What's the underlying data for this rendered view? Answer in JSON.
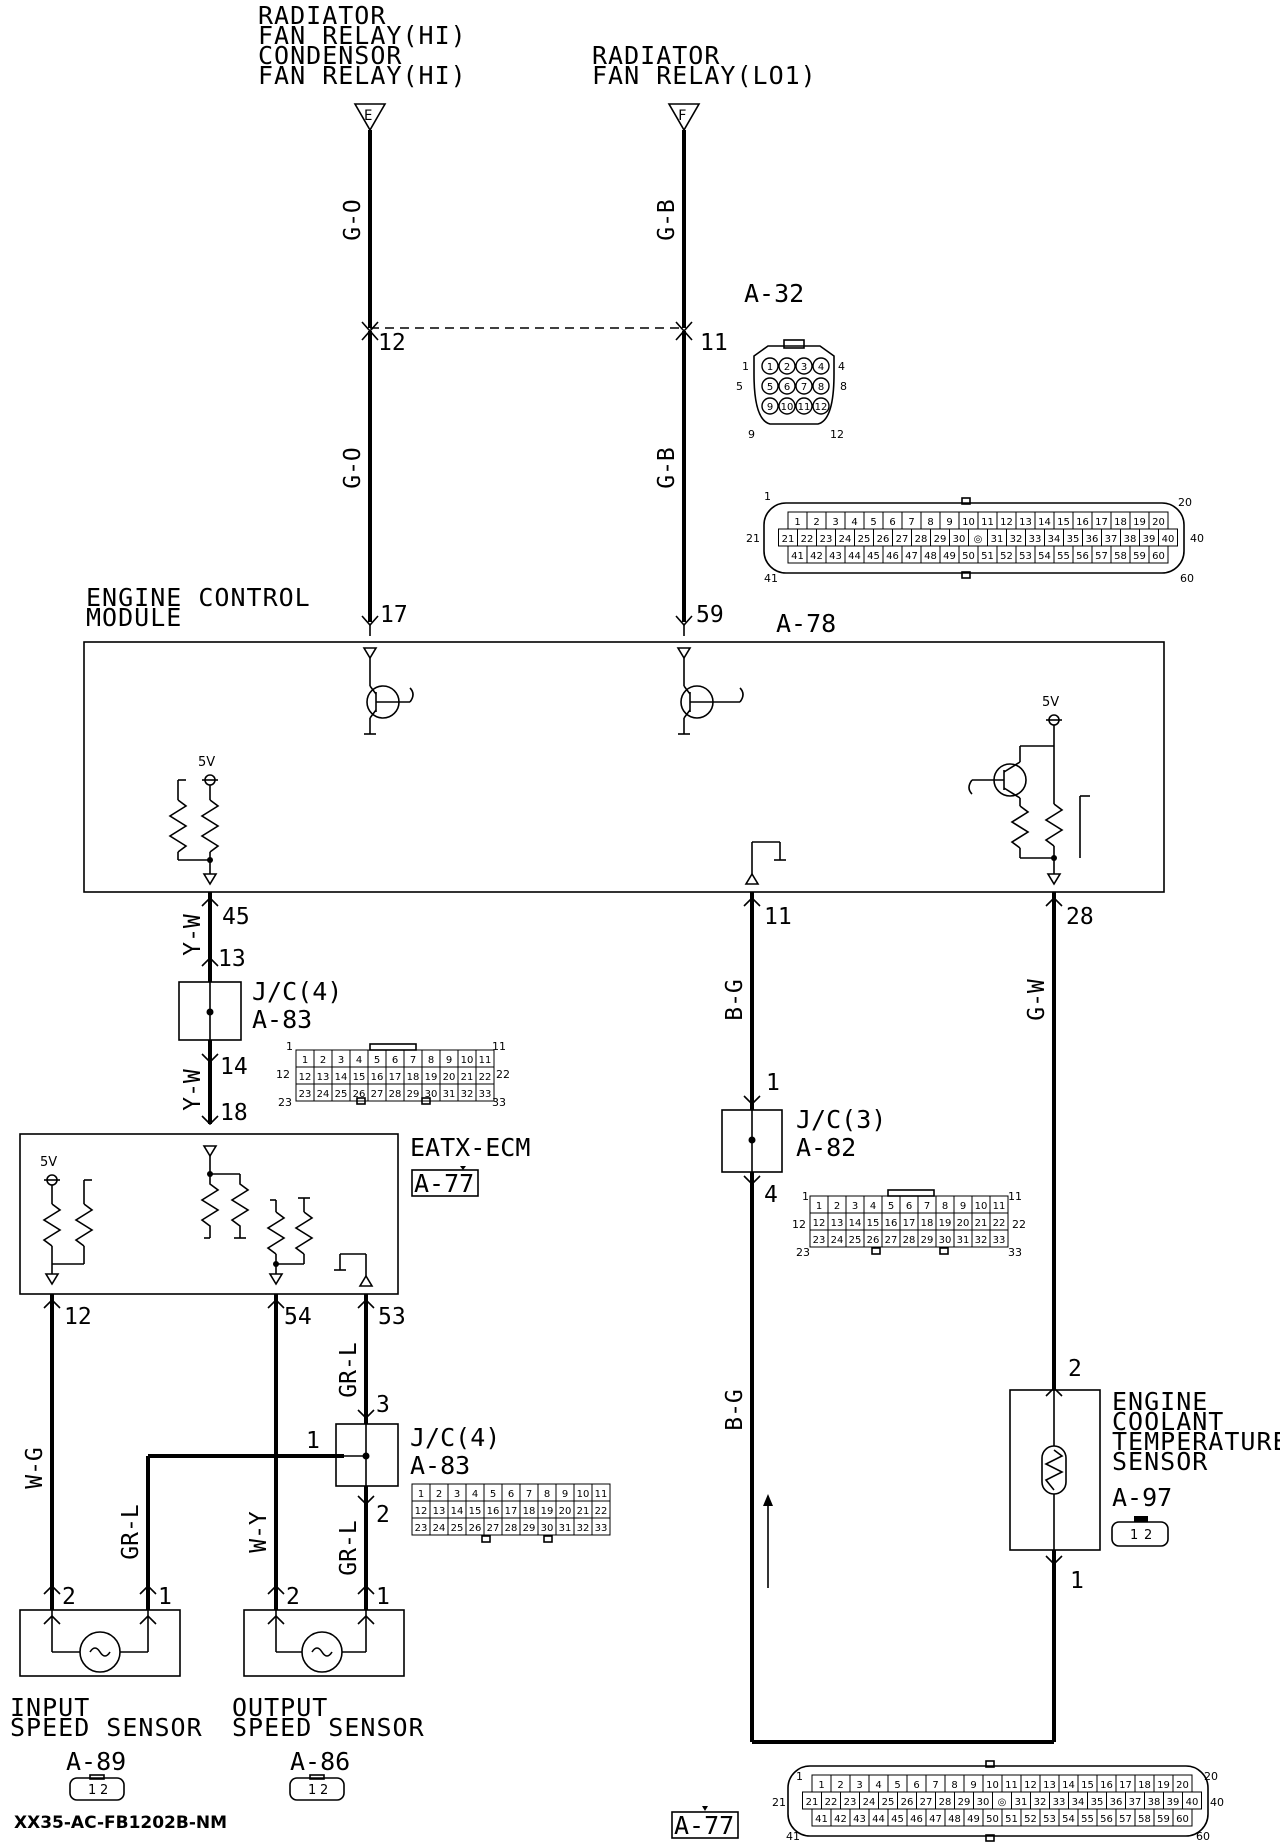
{
  "diagram_code": "XX35-AC-FB1202B-NM",
  "top_connectors": {
    "E": {
      "letter": "E",
      "lines": [
        "RADIATOR",
        "FAN RELAY(HI)",
        "CONDENSOR",
        "FAN RELAY(HI)"
      ]
    },
    "F": {
      "letter": "F",
      "lines": [
        "RADIATOR",
        "FAN RELAY(LO1)"
      ]
    }
  },
  "wires": {
    "e_upper": "G-O",
    "f_upper": "G-B",
    "e_lower": "G-O",
    "f_lower": "G-B",
    "pin45": "Y-W",
    "pin45_lower": "Y-W",
    "pin11": "B-G",
    "pin11_lower": "B-G",
    "pin28": "G-W",
    "input_sig": "W-G",
    "input_gnd": "GR-L",
    "output_sig": "W-Y",
    "eatx53": "GR-L",
    "jc_lower": "GR-L"
  },
  "pins": {
    "e_mid": "12",
    "f_mid": "11",
    "ecm17": "17",
    "ecm59": "59",
    "ecm45": "45",
    "ecm11": "11",
    "ecm28": "28",
    "jc4a_in": "13",
    "jc4a_out": "14",
    "eatx18": "18",
    "jc3_in": "1",
    "jc3_out": "4",
    "eatx12": "12",
    "eatx54": "54",
    "eatx53": "53",
    "jc4b_top": "3",
    "jc4b_left": "1",
    "jc4b_bottom": "2",
    "in_sens_2": "2",
    "in_sens_1": "1",
    "out_sens_2": "2",
    "out_sens_1": "1",
    "ect_top": "2",
    "ect_bottom": "1"
  },
  "components": {
    "a32": "A-32",
    "ecm": {
      "title_lines": [
        "ENGINE CONTROL",
        "MODULE"
      ],
      "connector": "A-78"
    },
    "jc4a": {
      "name": "J/C(4)",
      "connector": "A-83"
    },
    "jc3": {
      "name": "J/C(3)",
      "connector": "A-82"
    },
    "eatx": {
      "name": "EATX-ECM",
      "connector": "A-77"
    },
    "jc4b": {
      "name": "J/C(4)",
      "connector": "A-83"
    },
    "ect": {
      "lines": [
        "ENGINE",
        "COOLANT",
        "TEMPERATURE",
        "SENSOR"
      ],
      "connector": "A-97"
    },
    "input_sensor": {
      "lines": [
        "INPUT",
        "SPEED SENSOR"
      ],
      "connector": "A-89"
    },
    "output_sensor": {
      "lines": [
        "OUTPUT",
        "SPEED SENSOR"
      ],
      "connector": "A-86"
    },
    "bottom_ref": "A-77"
  },
  "voltage_label": "5V",
  "connector_faces": {
    "a32": {
      "pins": [
        "1",
        "2",
        "3",
        "4",
        "5",
        "6",
        "7",
        "8",
        "9",
        "10",
        "11",
        "12"
      ],
      "edge": [
        "1",
        "4",
        "5",
        "8",
        "9",
        "12"
      ]
    },
    "a78": {
      "rows": [
        [
          "1",
          "2",
          "3",
          "4",
          "5",
          "6",
          "7",
          "8",
          "9",
          "10",
          "11",
          "12",
          "13",
          "14",
          "15",
          "16",
          "17",
          "18",
          "19",
          "20"
        ],
        [
          "21",
          "22",
          "23",
          "24",
          "25",
          "26",
          "27",
          "28",
          "29",
          "30",
          "◎",
          "31",
          "32",
          "33",
          "34",
          "35",
          "36",
          "37",
          "38",
          "39",
          "40"
        ],
        [
          "41",
          "42",
          "43",
          "44",
          "45",
          "46",
          "47",
          "48",
          "49",
          "50",
          "51",
          "52",
          "53",
          "54",
          "55",
          "56",
          "57",
          "58",
          "59",
          "60"
        ]
      ],
      "edge": [
        "1",
        "20",
        "21",
        "40",
        "41",
        "60"
      ]
    },
    "a83": {
      "rows": [
        [
          "1",
          "2",
          "3",
          "4",
          "5",
          "6",
          "7",
          "8",
          "9",
          "10",
          "11"
        ],
        [
          "12",
          "13",
          "14",
          "15",
          "16",
          "17",
          "18",
          "19",
          "20",
          "21",
          "22"
        ],
        [
          "23",
          "24",
          "25",
          "26",
          "27",
          "28",
          "29",
          "30",
          "31",
          "32",
          "33"
        ]
      ],
      "edge": [
        "1",
        "11",
        "12",
        "22",
        "23",
        "33"
      ]
    },
    "a82": {
      "rows": [
        [
          "1",
          "2",
          "3",
          "4",
          "5",
          "6",
          "7",
          "8",
          "9",
          "10",
          "11"
        ],
        [
          "12",
          "13",
          "14",
          "15",
          "16",
          "17",
          "18",
          "19",
          "20",
          "21",
          "22"
        ],
        [
          "23",
          "24",
          "25",
          "26",
          "27",
          "28",
          "29",
          "30",
          "31",
          "32",
          "33"
        ]
      ],
      "edge": [
        "1",
        "11",
        "12",
        "22",
        "23",
        "33"
      ]
    },
    "a83b": {
      "rows": [
        [
          "1",
          "2",
          "3",
          "4",
          "5",
          "6",
          "7",
          "8",
          "9",
          "10",
          "11"
        ],
        [
          "12",
          "13",
          "14",
          "15",
          "16",
          "17",
          "18",
          "19",
          "20",
          "21",
          "22"
        ],
        [
          "23",
          "24",
          "25",
          "26",
          "27",
          "28",
          "29",
          "30",
          "31",
          "32",
          "33"
        ]
      ]
    },
    "a77": {
      "rows": [
        [
          "1",
          "2",
          "3",
          "4",
          "5",
          "6",
          "7",
          "8",
          "9",
          "10",
          "11",
          "12",
          "13",
          "14",
          "15",
          "16",
          "17",
          "18",
          "19",
          "20"
        ],
        [
          "21",
          "22",
          "23",
          "24",
          "25",
          "26",
          "27",
          "28",
          "29",
          "30",
          "◎",
          "31",
          "32",
          "33",
          "34",
          "35",
          "36",
          "37",
          "38",
          "39",
          "40"
        ],
        [
          "41",
          "42",
          "43",
          "44",
          "45",
          "46",
          "47",
          "48",
          "49",
          "50",
          "51",
          "52",
          "53",
          "54",
          "55",
          "56",
          "57",
          "58",
          "59",
          "60"
        ]
      ],
      "edge": [
        "1",
        "20",
        "21",
        "40",
        "41",
        "60"
      ]
    },
    "a97": {
      "pins": [
        "1",
        "2"
      ]
    },
    "a89": {
      "pins": [
        "1",
        "2"
      ]
    },
    "a86": {
      "pins": [
        "1",
        "2"
      ]
    }
  }
}
